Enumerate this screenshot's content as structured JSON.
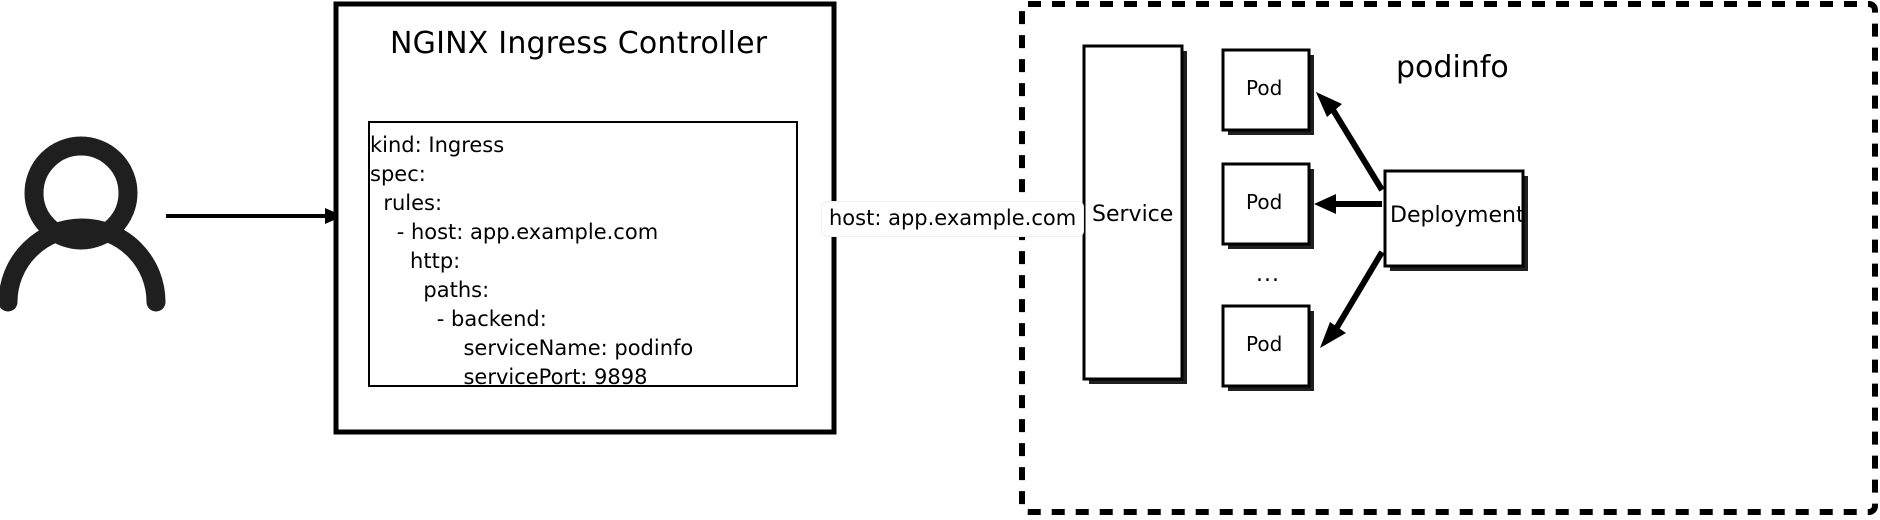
{
  "diagram": {
    "title": "NGINX Ingress Controller",
    "namespace_label": "podinfo",
    "user_icon": "user-icon",
    "accent_color": "#000000",
    "background_color": "#ffffff"
  },
  "ingress_controller": {
    "title": "NGINX Ingress Controller",
    "manifest": {
      "lines": [
        "kind: Ingress",
        "spec:",
        "  rules:",
        "    - host: app.example.com",
        "      http:",
        "        paths:",
        "          - backend:",
        "              serviceName: podinfo",
        "              servicePort: 9898"
      ]
    }
  },
  "edges": {
    "host_label": "host: app.example.com",
    "user_to_ingress": "",
    "ingress_to_service": ""
  },
  "cluster": {
    "service": {
      "label": "Service"
    },
    "pods": [
      {
        "label": "Pod"
      },
      {
        "label": "Pod"
      },
      {
        "label": "Pod"
      }
    ],
    "ellipsis": "...",
    "deployment": {
      "label": "Deployment"
    }
  }
}
